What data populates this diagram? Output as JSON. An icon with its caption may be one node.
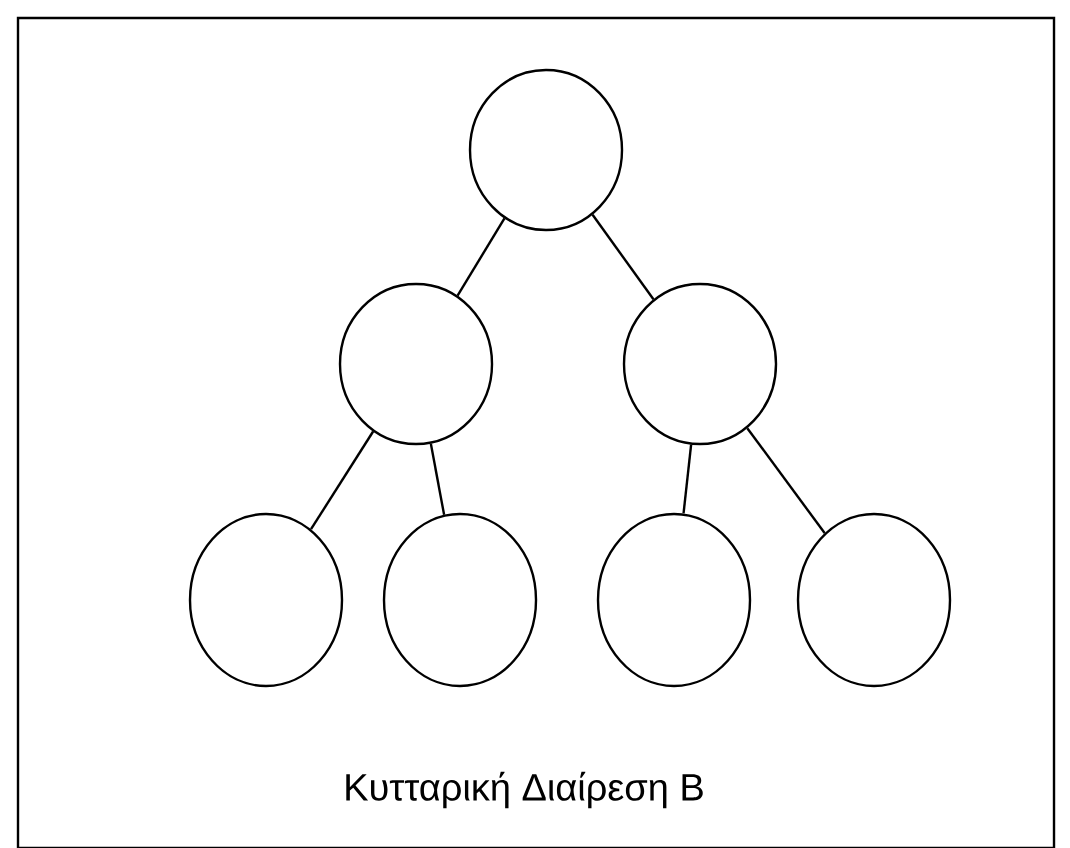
{
  "diagram": {
    "caption": "Κυτταρική Διαίρεση Β",
    "nodes": [
      {
        "text": [],
        "shape": "circle"
      },
      {
        "text": [],
        "shape": "circle"
      },
      {
        "text": [],
        "shape": "circle"
      },
      {
        "text": [],
        "shape": "circle"
      },
      {
        "text": [],
        "shape": "circle"
      },
      {
        "text": [],
        "shape": "circle"
      },
      {
        "text": [],
        "shape": "circle"
      }
    ],
    "edges": [
      {
        "from": 0,
        "to": 1,
        "arrow": "none"
      },
      {
        "from": 0,
        "to": 2,
        "arrow": "none"
      },
      {
        "from": 1,
        "to": 3,
        "arrow": "none"
      },
      {
        "from": 1,
        "to": 4,
        "arrow": "none"
      },
      {
        "from": 2,
        "to": 5,
        "arrow": "none"
      },
      {
        "from": 2,
        "to": 6,
        "arrow": "none"
      }
    ]
  }
}
